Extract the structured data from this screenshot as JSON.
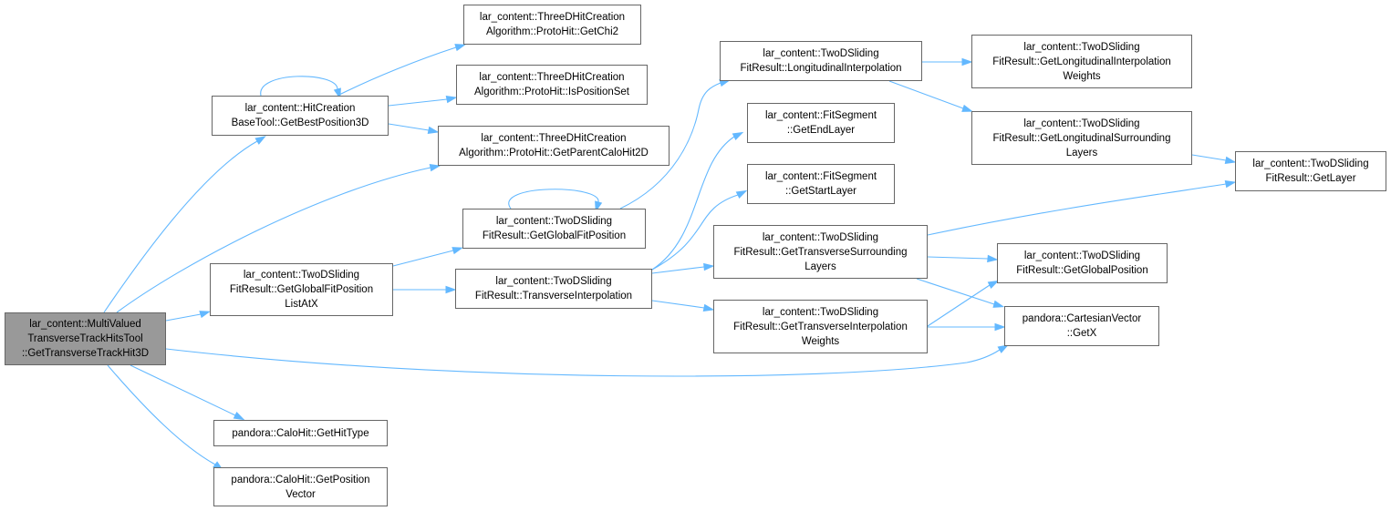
{
  "diagram": {
    "type": "call-graph",
    "colors": {
      "edge": "#63b8ff",
      "node_border": "#666666",
      "root_fill": "#999999",
      "node_fill": "#ffffff"
    },
    "nodes": {
      "root": "lar_content::MultiValued\nTransverseTrackHitsTool\n::GetTransverseTrackHit3D",
      "getBestPosition3D": "lar_content::HitCreation\nBaseTool::GetBestPosition3D",
      "getGlobalFitPositionListAtX": "lar_content::TwoDSliding\nFitResult::GetGlobalFitPosition\nListAtX",
      "getHitType": "pandora::CaloHit::GetHitType",
      "getPositionVector": "pandora::CaloHit::GetPosition\nVector",
      "getChi2": "lar_content::ThreeDHitCreation\nAlgorithm::ProtoHit::GetChi2",
      "isPositionSet": "lar_content::ThreeDHitCreation\nAlgorithm::ProtoHit::IsPositionSet",
      "getParentCaloHit2D": "lar_content::ThreeDHitCreation\nAlgorithm::ProtoHit::GetParentCaloHit2D",
      "getGlobalFitPosition": "lar_content::TwoDSliding\nFitResult::GetGlobalFitPosition",
      "transverseInterpolation": "lar_content::TwoDSliding\nFitResult::TransverseInterpolation",
      "longitudinalInterpolation": "lar_content::TwoDSliding\nFitResult::LongitudinalInterpolation",
      "getEndLayer": "lar_content::FitSegment\n::GetEndLayer",
      "getStartLayer": "lar_content::FitSegment\n::GetStartLayer",
      "getTransverseSurroundingLayers": "lar_content::TwoDSliding\nFitResult::GetTransverseSurrounding\nLayers",
      "getTransverseInterpolationWeights": "lar_content::TwoDSliding\nFitResult::GetTransverseInterpolation\nWeights",
      "getLongitudinalInterpolationWeights": "lar_content::TwoDSliding\nFitResult::GetLongitudinalInterpolation\nWeights",
      "getLongitudinalSurroundingLayers": "lar_content::TwoDSliding\nFitResult::GetLongitudinalSurrounding\nLayers",
      "getGlobalPosition": "lar_content::TwoDSliding\nFitResult::GetGlobalPosition",
      "cartesianVectorGetX": "pandora::CartesianVector\n::GetX",
      "getLayer": "lar_content::TwoDSliding\nFitResult::GetLayer"
    }
  }
}
